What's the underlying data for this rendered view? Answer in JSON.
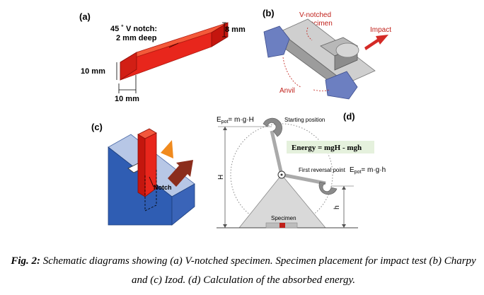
{
  "panels": {
    "a": {
      "label": "(a)",
      "notch_line1": "45 ˚ V notch:",
      "notch_line2": "2 mm deep",
      "dim_right": "8 mm",
      "dim_height": "10 mm",
      "dim_width": "10 mm"
    },
    "b": {
      "label": "(b)",
      "specimen_line1": "V-notched",
      "specimen_line2": "specimen",
      "impact": "Impact",
      "anvil": "Anvil"
    },
    "c": {
      "label": "(c)",
      "notch": "Notch"
    },
    "d": {
      "label": "(d)",
      "epot_top": "E",
      "epot_top_sub": "pot",
      "epot_top_eq": "= m·g·H",
      "starting_position": "Starting position",
      "energy": "Energy = mgH - mgh",
      "first_reversal": "First reversal point",
      "epot_right": "E",
      "epot_right_sub": "pot",
      "epot_right_eq": "= m·g·h",
      "H": "H",
      "h": "h",
      "specimen": "Specimen"
    }
  },
  "caption": {
    "prefix": "Fig. 2:",
    "text": " Schematic diagrams showing (a) V-notched specimen. Specimen placement for impact test (b) Charpy and (c) Izod. (d) Calculation of the absorbed energy."
  },
  "colors": {
    "specimen_red": "#e8261c",
    "anvil_blue": "#6c7fc1",
    "izod_blue": "#3a64b8",
    "impact_arrow": "#d42a26",
    "energy_box": "#e5f1dd"
  }
}
